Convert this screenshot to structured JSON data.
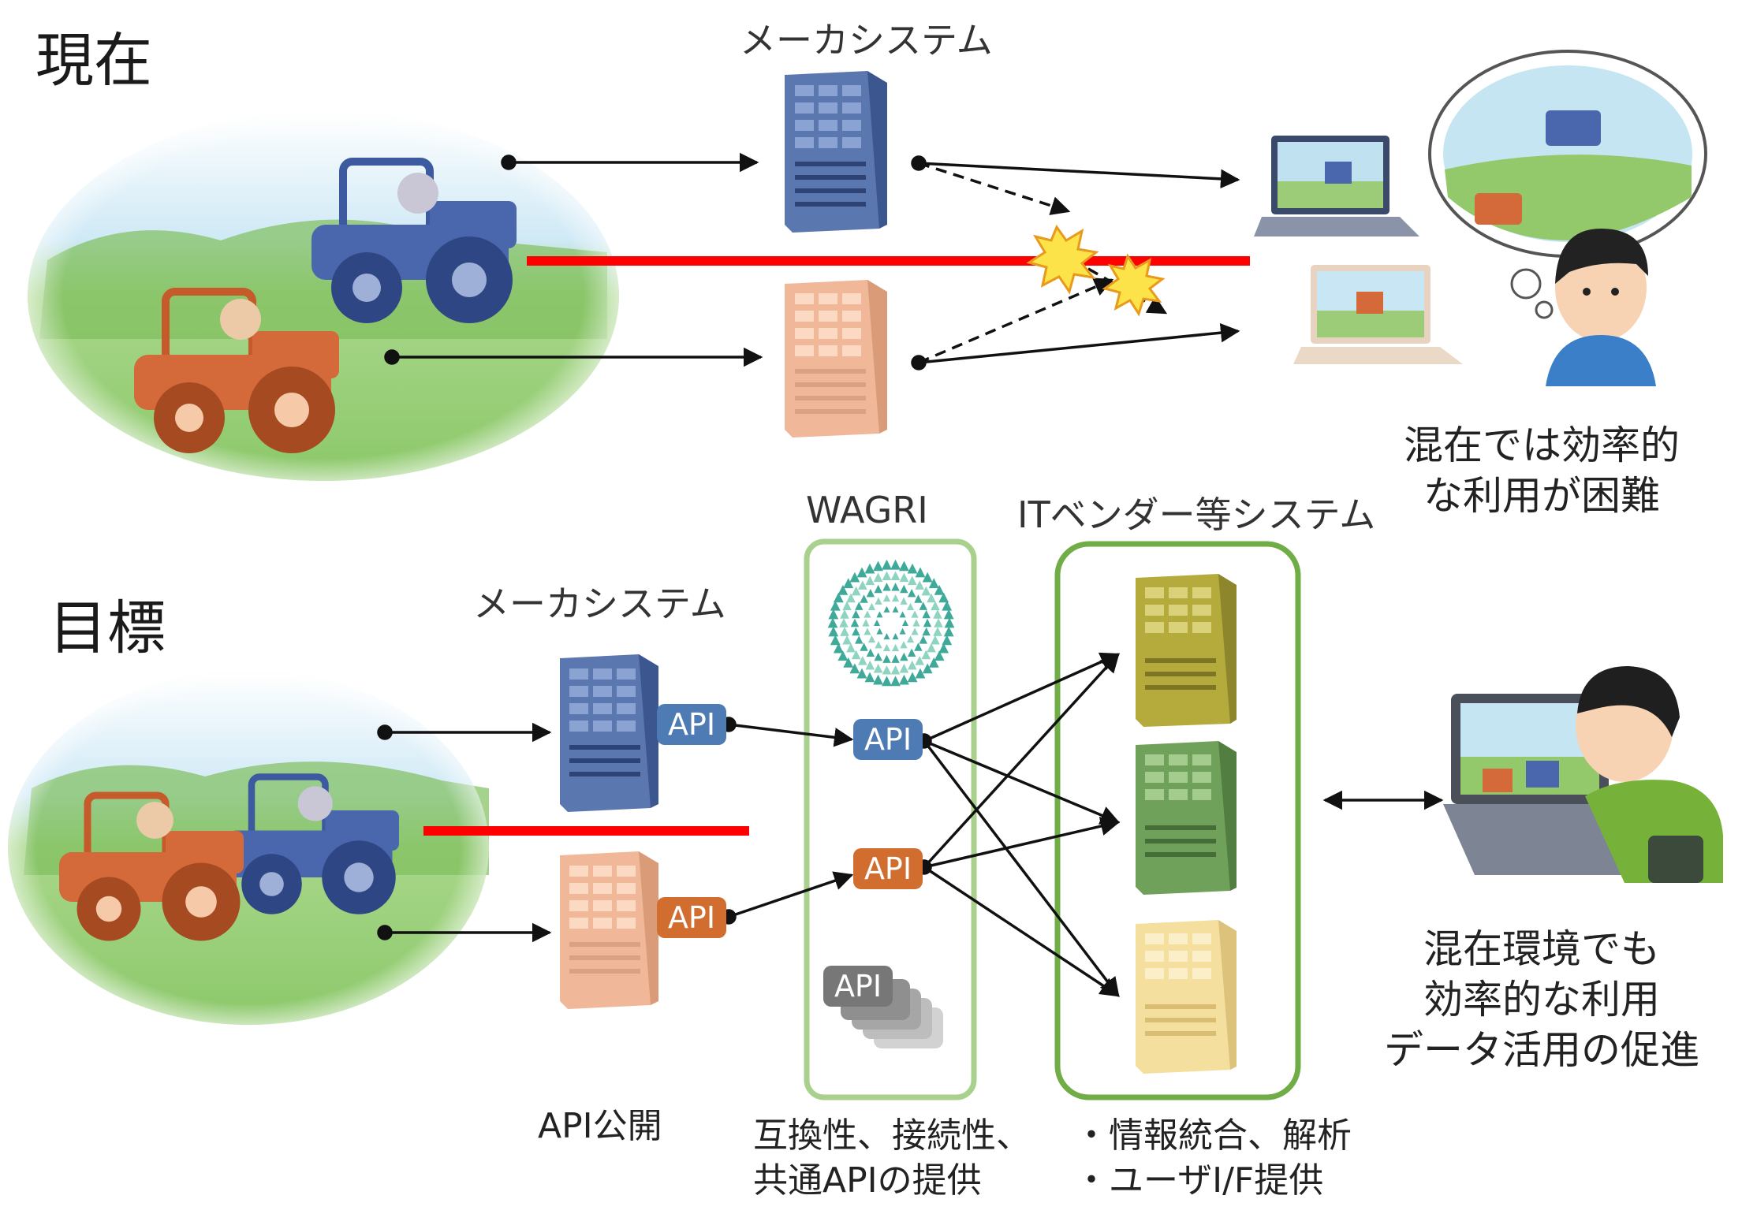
{
  "top_section": {
    "title": "現在",
    "maker_system_label": "メーカシステム",
    "conclusion": "混在では効率的\nな利用が困難"
  },
  "bottom_section": {
    "title": "目標",
    "maker_system_label": "メーカシステム",
    "wagri_label": "WAGRI",
    "it_vendor_label": "ITベンダー等システム",
    "api_label": "API",
    "api_publish_caption": "API公開",
    "wagri_caption": "互換性、接続性、\n共通APIの提供",
    "vendor_caption": "・情報統合、解析\n・ユーザI/F提供",
    "conclusion": "混在環境でも\n効率的な利用\nデータ活用の促進"
  },
  "colors": {
    "blue_maker": "#5b77b0",
    "orange_maker": "#f0b898",
    "api_blue": "#4f7bb4",
    "api_orange": "#d16d2f",
    "red_barrier": "#ff0000",
    "wagri_border": "#a9d18e",
    "vendor_border": "#70ad47",
    "vendor_server_1": "#b4ab3c",
    "vendor_server_2": "#6fa15a",
    "vendor_server_3": "#f5df9e"
  }
}
